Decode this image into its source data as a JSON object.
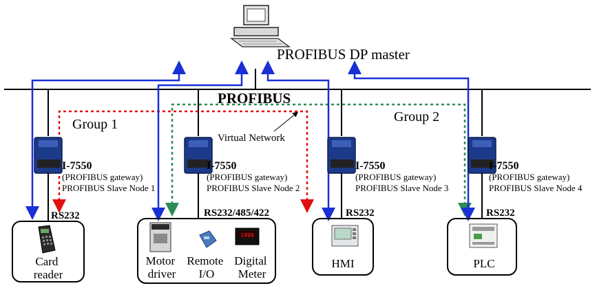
{
  "master": {
    "label": "PROFIBUS DP master"
  },
  "bus": {
    "label": "PROFIBUS"
  },
  "groups": [
    "Group 1",
    "Group 2"
  ],
  "virtual_network": "Virtual Network",
  "gateways": [
    {
      "model": "I-7550",
      "type": "(PROFIBUS gateway)",
      "node": "PROFIBUS Slave Node 1",
      "interface": "RS232"
    },
    {
      "model": "I-7550",
      "type": "(PROFIBUS gateway)",
      "node": "PROFIBUS Slave Node 2",
      "interface": "RS232/485/422"
    },
    {
      "model": "I-7550",
      "type": "(PROFIBUS gateway)",
      "node": "PROFIBUS Slave Node 3",
      "interface": "RS232"
    },
    {
      "model": "I-7550",
      "type": "(PROFIBUS gateway)",
      "node": "PROFIBUS Slave Node 4",
      "interface": "RS232"
    }
  ],
  "devices": {
    "card_reader": [
      "Card",
      "reader"
    ],
    "motor_driver": [
      "Motor",
      "driver"
    ],
    "remote_io": [
      "Remote",
      "I/O"
    ],
    "digital_meter": [
      "Digital",
      "Meter"
    ],
    "meter_reading": "1999",
    "hmi": "HMI",
    "plc": "PLC"
  },
  "colors": {
    "blue": "#1a2fd6",
    "red": "#e01010",
    "green": "#2e8b57",
    "gateway": "#1c3a8a"
  }
}
